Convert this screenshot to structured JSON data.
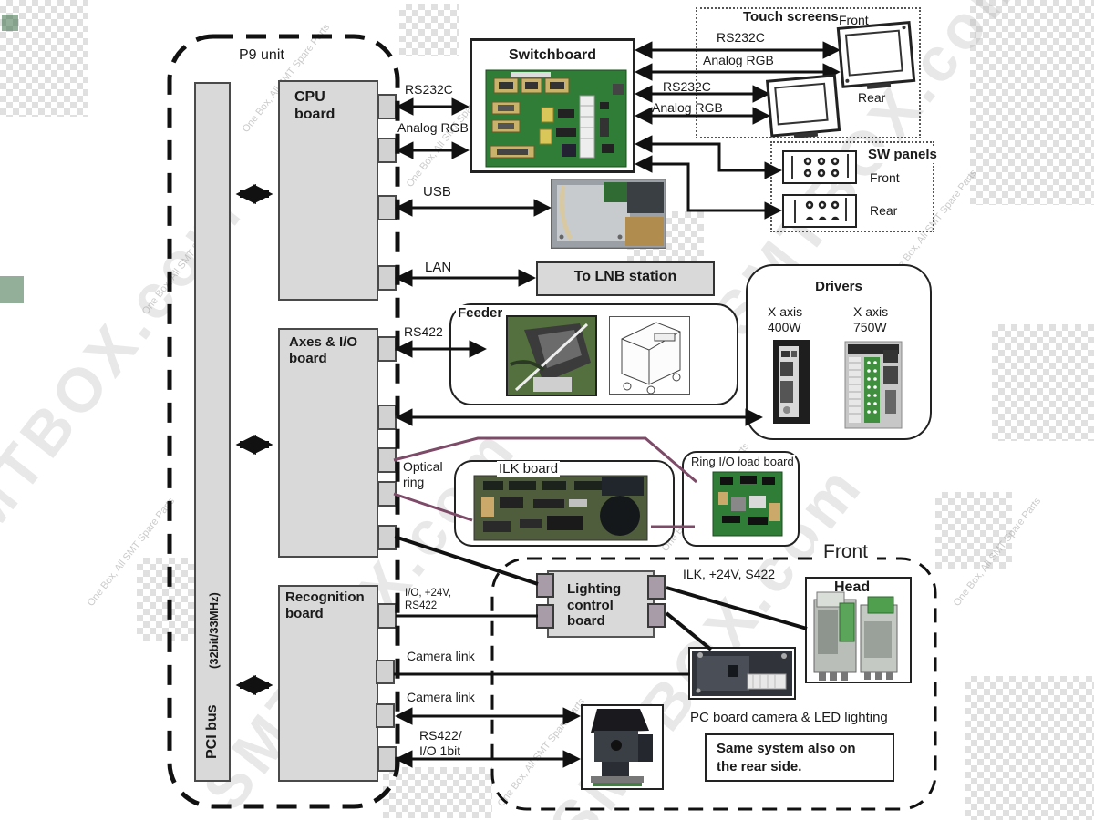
{
  "watermark": {
    "brand": "SMTBOX.com",
    "tagline": "One Box, All SMT Spare Parts"
  },
  "p9": {
    "label": "P9 unit",
    "pci_bus": {
      "name": "PCI bus",
      "spec": "(32bit/33MHz)"
    },
    "cpu_board": "CPU\nboard",
    "axes_board": "Axes & I/O\nboard",
    "recognition_board": "Recognition\nboard"
  },
  "switchboard": {
    "title": "Switchboard"
  },
  "touch_screens": {
    "title": "Touch screens",
    "front": "Front",
    "rear": "Rear",
    "front_links": [
      "RS232C",
      "Analog RGB"
    ],
    "rear_links": [
      "RS232C",
      "Analog RGB"
    ]
  },
  "sw_panels": {
    "title": "SW panels",
    "front": "Front",
    "rear": "Rear"
  },
  "cpu_links": {
    "rs232c": "RS232C",
    "analog_rgb": "Analog RGB",
    "usb": "USB",
    "lan": "LAN"
  },
  "lnb": {
    "label": "To LNB station"
  },
  "feeder": {
    "title": "Feeder",
    "link": "RS422"
  },
  "drivers": {
    "title": "Drivers",
    "x400": "X axis\n400W",
    "x750": "X axis\n750W"
  },
  "optical_ring": {
    "label": "Optical\nring"
  },
  "ilk_board": {
    "title": "ILK board"
  },
  "ring_io_board": {
    "title": "Ring I/O load board"
  },
  "recognition_links": {
    "io_24v": "I/O, +24V,\nRS422",
    "camera_link_1": "Camera link",
    "camera_link_2": "Camera link",
    "rs422_io1bit": "RS422/\nI/O 1bit"
  },
  "front_section": {
    "label": "Front",
    "lighting_board": "Lighting\ncontrol\nboard",
    "lighting_link": "ILK, +24V, S422",
    "head": "Head",
    "camera_caption": "PC board camera & LED lighting",
    "note": "Same system also on\nthe rear side."
  }
}
